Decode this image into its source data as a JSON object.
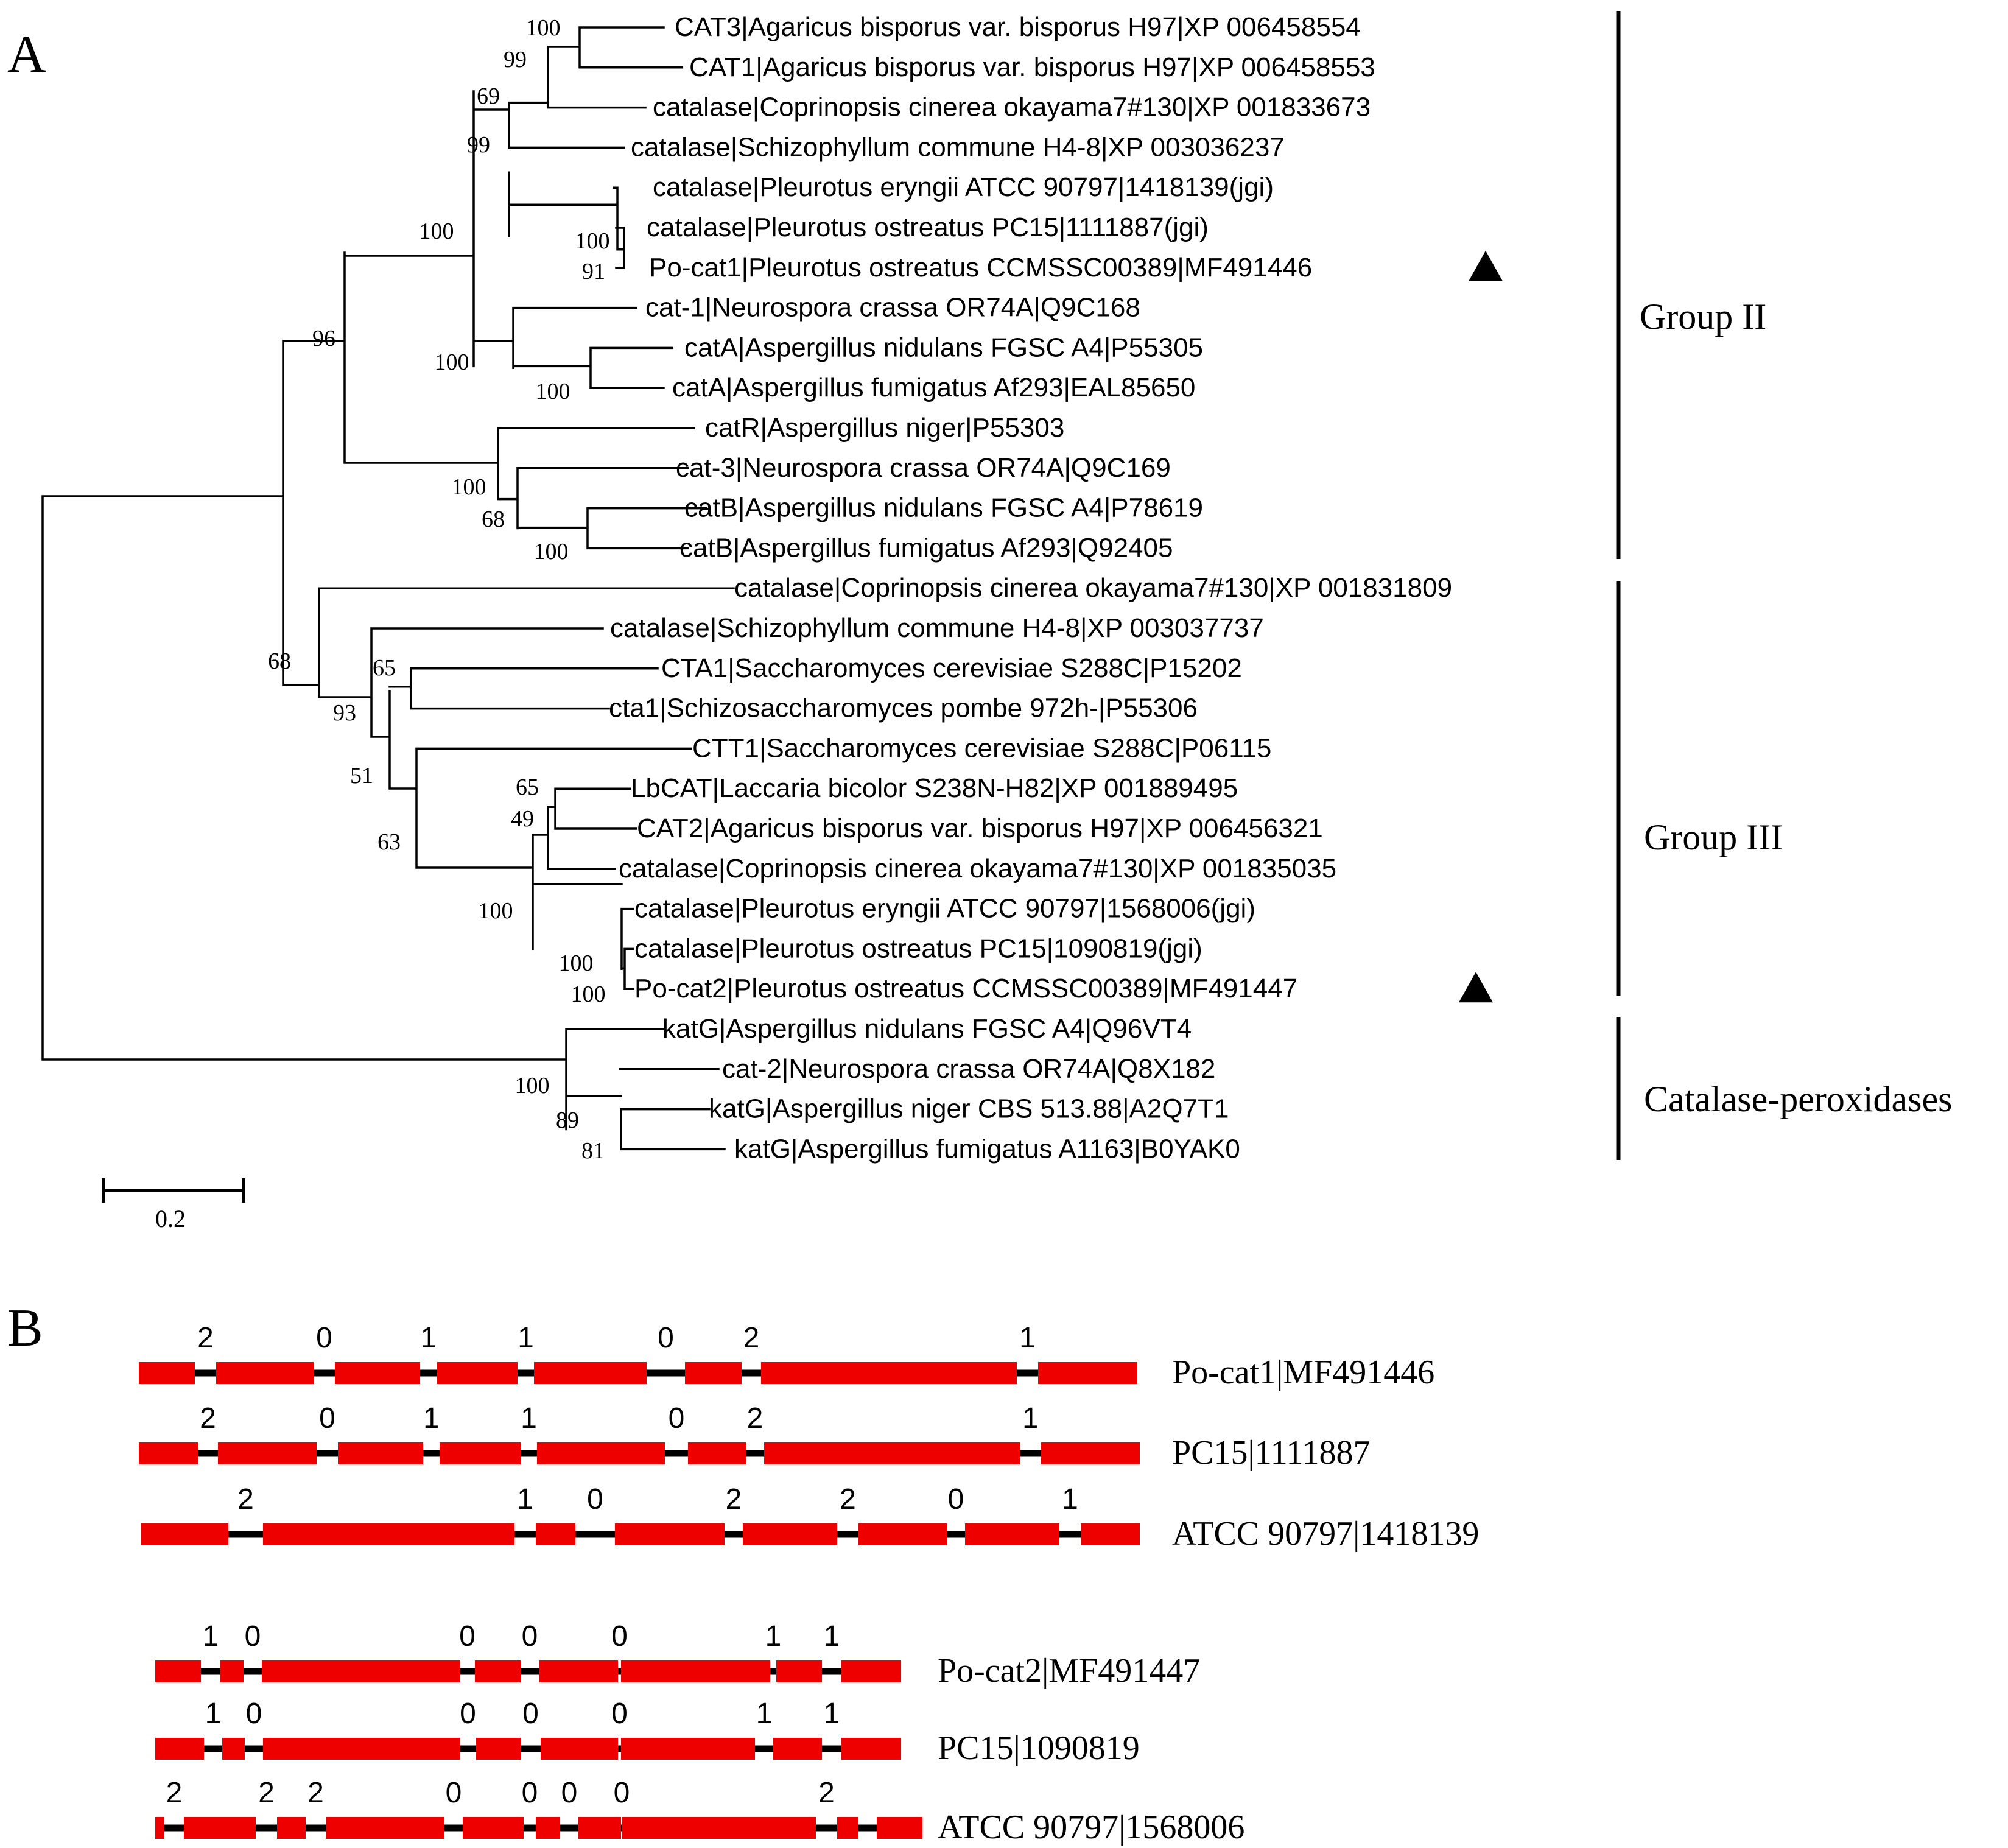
{
  "panel_a": {
    "label": "A",
    "scale_bar_label": "0.2",
    "groups": [
      {
        "name": "Group II"
      },
      {
        "name": "Group III"
      },
      {
        "name": "Catalase-peroxidases"
      }
    ],
    "leaves": [
      {
        "label": "CAT3|Agaricus bisporus var. bisporus H97|XP 006458554",
        "marked": false
      },
      {
        "label": "CAT1|Agaricus bisporus var. bisporus H97|XP 006458553",
        "marked": false
      },
      {
        "label": "catalase|Coprinopsis cinerea okayama7#130|XP 001833673",
        "marked": false
      },
      {
        "label": "catalase|Schizophyllum commune H4-8|XP 003036237",
        "marked": false
      },
      {
        "label": "catalase|Pleurotus eryngii ATCC 90797|1418139(jgi)",
        "marked": false
      },
      {
        "label": "catalase|Pleurotus ostreatus PC15|1111887(jgi)",
        "marked": false
      },
      {
        "label": "Po-cat1|Pleurotus ostreatus CCMSSC00389|MF491446",
        "marked": true
      },
      {
        "label": "cat-1|Neurospora crassa OR74A|Q9C168",
        "marked": false
      },
      {
        "label": "catA|Aspergillus nidulans FGSC A4|P55305",
        "marked": false
      },
      {
        "label": "catA|Aspergillus fumigatus Af293|EAL85650",
        "marked": false
      },
      {
        "label": "catR|Aspergillus niger|P55303",
        "marked": false
      },
      {
        "label": "cat-3|Neurospora crassa OR74A|Q9C169",
        "marked": false
      },
      {
        "label": "catB|Aspergillus nidulans FGSC A4|P78619",
        "marked": false
      },
      {
        "label": "catB|Aspergillus fumigatus Af293|Q92405",
        "marked": false
      },
      {
        "label": "catalase|Coprinopsis cinerea okayama7#130|XP 001831809",
        "marked": false
      },
      {
        "label": "catalase|Schizophyllum commune H4-8|XP 003037737",
        "marked": false
      },
      {
        "label": "CTA1|Saccharomyces cerevisiae S288C|P15202",
        "marked": false
      },
      {
        "label": "cta1|Schizosaccharomyces pombe 972h-|P55306",
        "marked": false
      },
      {
        "label": "CTT1|Saccharomyces cerevisiae S288C|P06115",
        "marked": false
      },
      {
        "label": "LbCAT|Laccaria bicolor S238N-H82|XP 001889495",
        "marked": false
      },
      {
        "label": "CAT2|Agaricus bisporus var. bisporus H97|XP 006456321",
        "marked": false
      },
      {
        "label": "catalase|Coprinopsis cinerea okayama7#130|XP 001835035",
        "marked": false
      },
      {
        "label": "catalase|Pleurotus eryngii ATCC 90797|1568006(jgi)",
        "marked": false
      },
      {
        "label": "catalase|Pleurotus ostreatus PC15|1090819(jgi)",
        "marked": false
      },
      {
        "label": "Po-cat2|Pleurotus ostreatus CCMSSC00389|MF491447",
        "marked": true
      },
      {
        "label": "katG|Aspergillus nidulans FGSC A4|Q96VT4",
        "marked": false
      },
      {
        "label": "cat-2|Neurospora crassa OR74A|Q8X182",
        "marked": false
      },
      {
        "label": "katG|Aspergillus niger CBS 513.88|A2Q7T1",
        "marked": false
      },
      {
        "label": "katG|Aspergillus fumigatus A1163|B0YAK0",
        "marked": false
      }
    ],
    "bootstrap_values": [
      "100",
      "99",
      "69",
      "99",
      "100",
      "100",
      "91",
      "100",
      "100",
      "96",
      "100",
      "68",
      "100",
      "68",
      "65",
      "93",
      "51",
      "65",
      "49",
      "63",
      "100",
      "100",
      "100",
      "100",
      "89",
      "81"
    ]
  },
  "panel_b": {
    "label": "B",
    "colors": {
      "exon": "#ee0000",
      "intron": "#000000"
    },
    "gene_sets": [
      {
        "genes": [
          {
            "name": "Po-cat1|MF491446",
            "phases": [
              "2",
              "0",
              "1",
              "1",
              "0",
              "2",
              "1"
            ]
          },
          {
            "name": "PC15|1111887",
            "phases": [
              "2",
              "0",
              "1",
              "1",
              "0",
              "2",
              "1"
            ]
          },
          {
            "name": "ATCC 90797|1418139",
            "phases": [
              "2",
              "1",
              "0",
              "2",
              "2",
              "0",
              "1"
            ]
          }
        ]
      },
      {
        "genes": [
          {
            "name": "Po-cat2|MF491447",
            "phases": [
              "1",
              "0",
              "0",
              "0",
              "0",
              "1",
              "1"
            ]
          },
          {
            "name": "PC15|1090819",
            "phases": [
              "1",
              "0",
              "0",
              "0",
              "0",
              "1",
              "1"
            ]
          },
          {
            "name": "ATCC 90797|1568006",
            "phases": [
              "2",
              "2",
              "2",
              "0",
              "0",
              "0",
              "0",
              "2"
            ]
          }
        ]
      }
    ]
  }
}
